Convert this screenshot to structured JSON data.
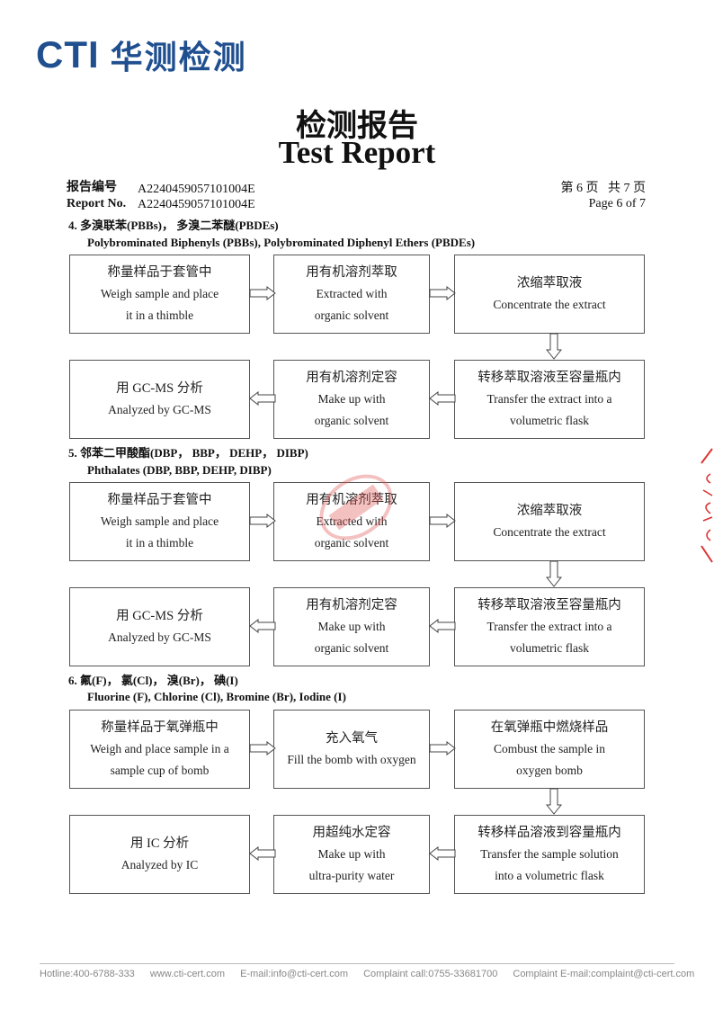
{
  "header": {
    "logo_latin": "CTI",
    "logo_cjk": "华测检测",
    "title_cn": "检测报告",
    "title_en": "Test Report"
  },
  "meta": {
    "report_no_label_cn": "报告编号",
    "report_no_label_en": "Report No.",
    "report_no": "A2240459057101004E",
    "page_cn": "第 6 页   共 7 页",
    "page_en": "Page 6 of 7"
  },
  "sections": [
    {
      "title": "4.  多溴联苯(PBBs)，  多溴二苯醚(PBDEs)",
      "subtitle": "Polybrominated Biphenyls (PBBs), Polybrominated Diphenyl Ethers (PBDEs)",
      "steps": [
        {
          "cn": "称量样品于套管中",
          "en1": "Weigh sample and place",
          "en2": "it in a thimble"
        },
        {
          "cn": "用有机溶剂萃取",
          "en1": "Extracted with",
          "en2": "organic solvent"
        },
        {
          "cn": "浓缩萃取液",
          "en1": "Concentrate the extract",
          "en2": ""
        },
        {
          "cn": "转移萃取溶液至容量瓶内",
          "en1": "Transfer the extract into a",
          "en2": "volumetric flask"
        },
        {
          "cn": "用有机溶剂定容",
          "en1": "Make up with",
          "en2": "organic solvent"
        },
        {
          "cn": "用 GC-MS 分析",
          "en1": "Analyzed by GC-MS",
          "en2": ""
        }
      ]
    },
    {
      "title": "5.  邻苯二甲酸酯(DBP， BBP， DEHP， DIBP)",
      "subtitle": "Phthalates (DBP, BBP, DEHP, DIBP)",
      "steps": [
        {
          "cn": "称量样品于套管中",
          "en1": "Weigh sample and place",
          "en2": "it in a thimble"
        },
        {
          "cn": "用有机溶剂萃取",
          "en1": "Extracted with",
          "en2": "organic solvent"
        },
        {
          "cn": "浓缩萃取液",
          "en1": "Concentrate the extract",
          "en2": ""
        },
        {
          "cn": "转移萃取溶液至容量瓶内",
          "en1": "Transfer the extract into a",
          "en2": "volumetric flask"
        },
        {
          "cn": "用有机溶剂定容",
          "en1": "Make up with",
          "en2": "organic solvent"
        },
        {
          "cn": "用 GC-MS 分析",
          "en1": "Analyzed by GC-MS",
          "en2": ""
        }
      ]
    },
    {
      "title": "6.  氟(F)，  氯(Cl)，  溴(Br)，  碘(I)",
      "subtitle": "Fluorine (F), Chlorine (Cl), Bromine (Br), Iodine (I)",
      "steps": [
        {
          "cn": "称量样品于氧弹瓶中",
          "en1": "Weigh and place sample in a",
          "en2": "sample cup of bomb"
        },
        {
          "cn": "充入氧气",
          "en1": "Fill the bomb with oxygen",
          "en2": ""
        },
        {
          "cn": "在氧弹瓶中燃烧样品",
          "en1": "Combust the sample in",
          "en2": "oxygen bomb"
        },
        {
          "cn": "转移样品溶液到容量瓶内",
          "en1": "Transfer the sample solution",
          "en2": "into a volumetric flask"
        },
        {
          "cn": "用超纯水定容",
          "en1": "Make up with",
          "en2": "ultra-purity water"
        },
        {
          "cn": "用 IC 分析",
          "en1": "Analyzed by IC",
          "en2": ""
        }
      ]
    }
  ],
  "footer": {
    "hotline": "Hotline:400-6788-333",
    "website": "www.cti-cert.com",
    "email": "E-mail:info@cti-cert.com",
    "complaint_call": "Complaint call:0755-33681700",
    "complaint_email": "Complaint E-mail:complaint@cti-cert.com"
  },
  "colors": {
    "brand": "#1f4f8f",
    "stamp": "#e05050"
  },
  "icons": {
    "arrow_right": "hollow-arrow-right-icon",
    "arrow_left": "hollow-arrow-left-icon",
    "arrow_down": "hollow-arrow-down-icon"
  }
}
